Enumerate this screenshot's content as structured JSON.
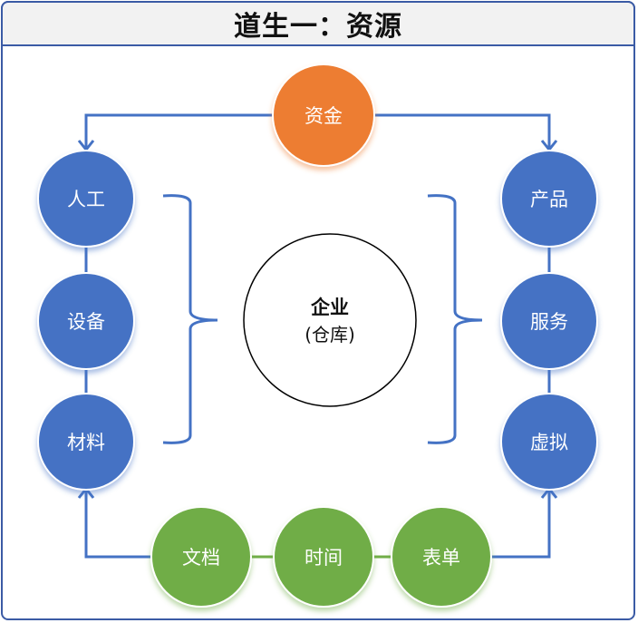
{
  "title": "道生一：资源",
  "colors": {
    "frame": "#3b5ba5",
    "title_bg": "#f2f2f2",
    "connector": "#4472c4",
    "funding_node": "#ed7d31",
    "input_node": "#4472c4",
    "output_node": "#4472c4",
    "support_node": "#70ad47",
    "center_stroke": "#000000"
  },
  "top_node": {
    "label": "资金"
  },
  "inputs": [
    {
      "label": "人工"
    },
    {
      "label": "设备"
    },
    {
      "label": "材料"
    }
  ],
  "outputs": [
    {
      "label": "产品"
    },
    {
      "label": "服务"
    },
    {
      "label": "虚拟"
    }
  ],
  "supports": [
    {
      "label": "文档"
    },
    {
      "label": "时间"
    },
    {
      "label": "表单"
    }
  ],
  "center": {
    "title": "企业",
    "subtitle": "(仓库)"
  }
}
